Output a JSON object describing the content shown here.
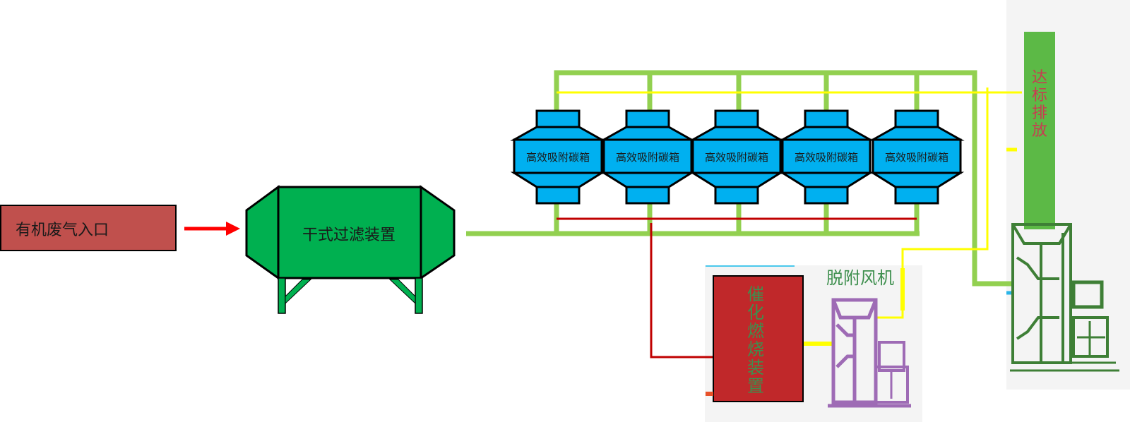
{
  "title": "有机废气处理工艺流程",
  "colors": {
    "pipe_green": "#92d050",
    "pipe_yellow": "#ffff00",
    "pipe_red": "#c00000",
    "filter_green": "#00b050",
    "carbon_blue": "#00b0f0",
    "inlet_red": "#c0504d",
    "burner_red": "#c0282a",
    "stack_green": "#5cb946",
    "fan_purple": "#9e6bb5",
    "machine_green": "#3e7f36",
    "arrow_red": "#ff0000"
  },
  "inlet": {
    "label": "有机废气入口"
  },
  "filter": {
    "label": "干式过滤装置"
  },
  "carbon_boxes": [
    {
      "label": "高效吸附碳箱"
    },
    {
      "label": "高效吸附碳箱"
    },
    {
      "label": "高效吸附碳箱"
    },
    {
      "label": "高效吸附碳箱"
    },
    {
      "label": "高效吸附碳箱"
    }
  ],
  "burner": {
    "label": [
      "催",
      "化",
      "燃",
      "烧",
      "装",
      "置"
    ]
  },
  "desorption_fan": {
    "label": "脱附风机"
  },
  "stack": {
    "label": [
      "达",
      "标",
      "排",
      "放"
    ]
  }
}
